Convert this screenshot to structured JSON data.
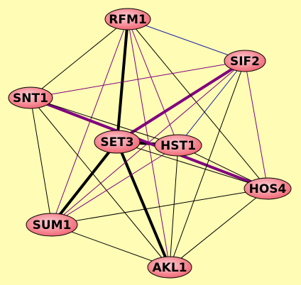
{
  "colors": {
    "background": "#fffdb5",
    "node_fill_light": "#fbd0d6",
    "node_fill_dark": "#f0606d",
    "node_stroke": "#000000",
    "edge_black": "#000000",
    "edge_purple": "#800080",
    "edge_blue": "#1a22a8"
  },
  "nodes": [
    {
      "id": "RFM1",
      "label": "RFM1"
    },
    {
      "id": "SIF2",
      "label": "SIF2"
    },
    {
      "id": "SNT1",
      "label": "SNT1"
    },
    {
      "id": "SET3",
      "label": "SET3"
    },
    {
      "id": "HST1",
      "label": "HST1"
    },
    {
      "id": "HOS4",
      "label": "HOS4"
    },
    {
      "id": "SUM1",
      "label": "SUM1"
    },
    {
      "id": "AKL1",
      "label": "AKL1"
    }
  ],
  "edges": [
    {
      "source": "RFM1",
      "target": "SET3",
      "color": "black",
      "weight": "thick"
    },
    {
      "source": "SET3",
      "target": "SUM1",
      "color": "black",
      "weight": "thick"
    },
    {
      "source": "SET3",
      "target": "AKL1",
      "color": "black",
      "weight": "thick"
    },
    {
      "source": "SET3",
      "target": "HST1",
      "color": "black",
      "weight": "thick"
    },
    {
      "source": "SNT1",
      "target": "HOS4",
      "color": "purple",
      "weight": "thick"
    },
    {
      "source": "SET3",
      "target": "SIF2",
      "color": "purple",
      "weight": "thick"
    },
    {
      "source": "RFM1",
      "target": "SIF2",
      "color": "blue",
      "weight": "thin"
    },
    {
      "source": "SIF2",
      "target": "HST1",
      "color": "blue",
      "weight": "thin"
    },
    {
      "source": "RFM1",
      "target": "SNT1",
      "color": "black",
      "weight": "thin"
    },
    {
      "source": "RFM1",
      "target": "SUM1",
      "color": "purple",
      "weight": "thin"
    },
    {
      "source": "RFM1",
      "target": "HST1",
      "color": "purple",
      "weight": "thin"
    },
    {
      "source": "RFM1",
      "target": "HOS4",
      "color": "black",
      "weight": "thin"
    },
    {
      "source": "RFM1",
      "target": "AKL1",
      "color": "purple",
      "weight": "thin"
    },
    {
      "source": "SIF2",
      "target": "SNT1",
      "color": "purple",
      "weight": "thin"
    },
    {
      "source": "SIF2",
      "target": "HOS4",
      "color": "purple",
      "weight": "thin"
    },
    {
      "source": "SIF2",
      "target": "SUM1",
      "color": "purple",
      "weight": "thin"
    },
    {
      "source": "SIF2",
      "target": "AKL1",
      "color": "black",
      "weight": "thin"
    },
    {
      "source": "SNT1",
      "target": "HST1",
      "color": "black",
      "weight": "thin"
    },
    {
      "source": "SNT1",
      "target": "SUM1",
      "color": "black",
      "weight": "thin"
    },
    {
      "source": "SNT1",
      "target": "AKL1",
      "color": "black",
      "weight": "thin"
    },
    {
      "source": "HST1",
      "target": "HOS4",
      "color": "black",
      "weight": "thin"
    },
    {
      "source": "HST1",
      "target": "SUM1",
      "color": "purple",
      "weight": "thin"
    },
    {
      "source": "HST1",
      "target": "AKL1",
      "color": "black",
      "weight": "thin"
    },
    {
      "source": "SET3",
      "target": "HOS4",
      "color": "black",
      "weight": "thin"
    },
    {
      "source": "HOS4",
      "target": "SUM1",
      "color": "black",
      "weight": "thin"
    },
    {
      "source": "HOS4",
      "target": "AKL1",
      "color": "black",
      "weight": "thin"
    },
    {
      "source": "SUM1",
      "target": "AKL1",
      "color": "black",
      "weight": "thin"
    }
  ]
}
